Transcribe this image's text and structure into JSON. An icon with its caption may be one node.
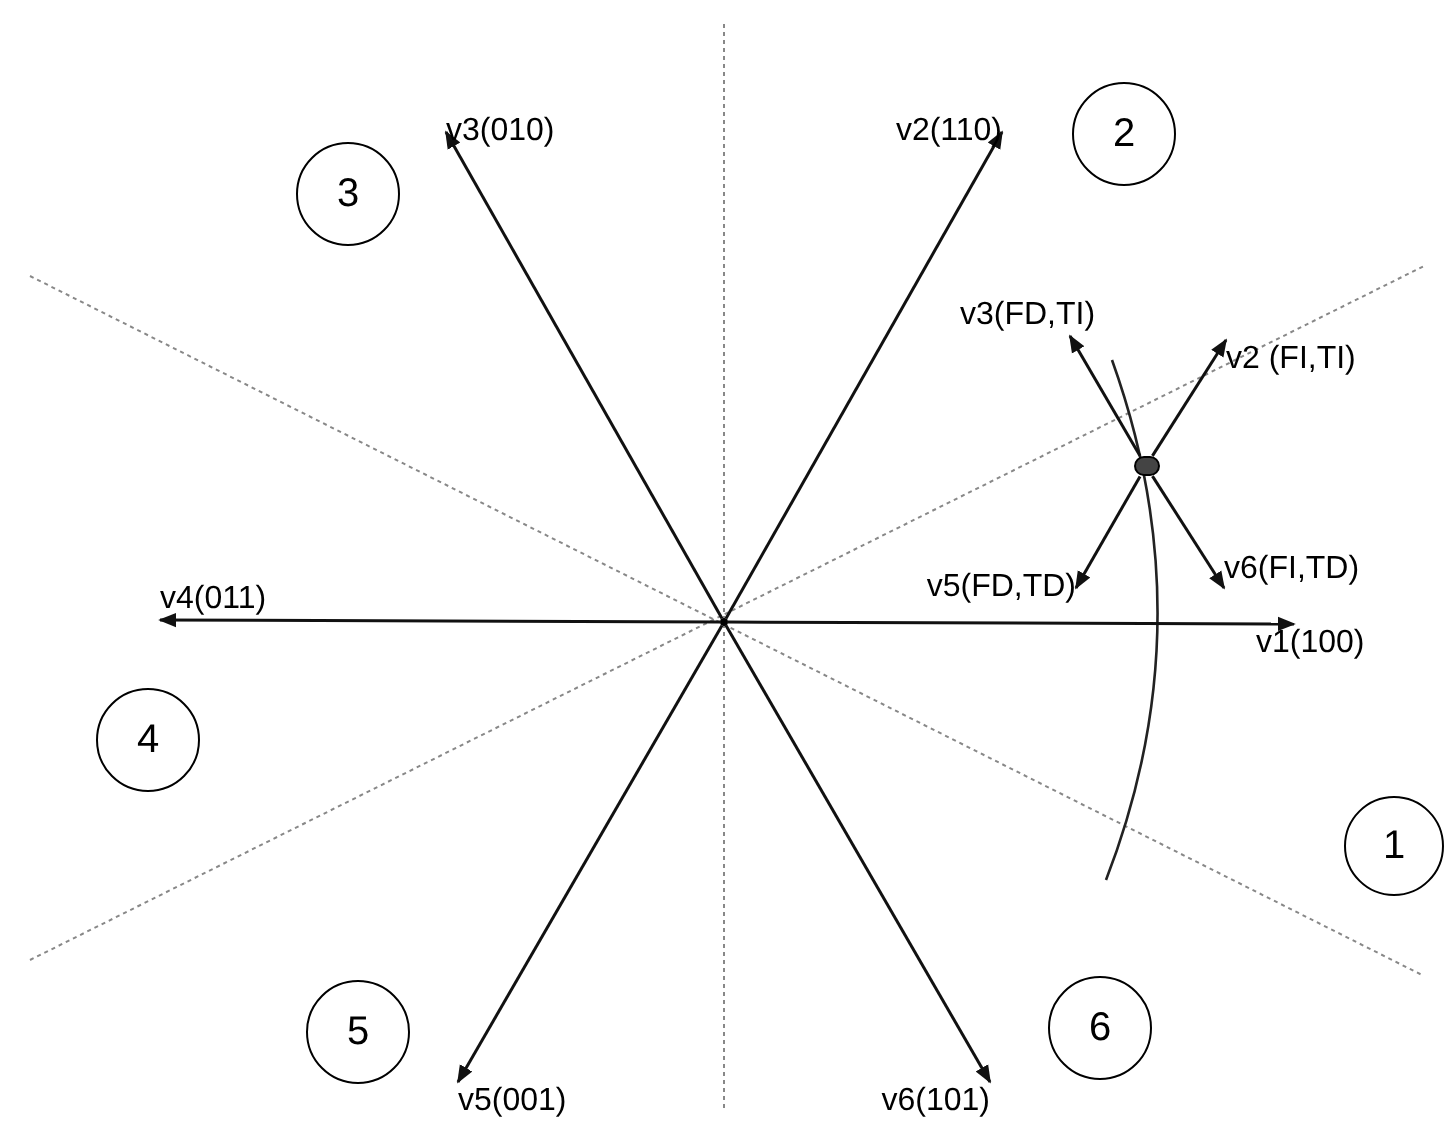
{
  "diagram": {
    "nodes": [
      {
        "text": [],
        "shape": "point"
      },
      {
        "text": [],
        "shape": "circle"
      },
      {
        "text": [
          "2"
        ]
      },
      {
        "text": [
          "3"
        ]
      },
      {
        "text": [
          "4"
        ]
      },
      {
        "text": [
          "1"
        ]
      },
      {
        "text": [
          "5"
        ]
      },
      {
        "text": [
          "6"
        ]
      },
      {
        "text": [
          "v3(010)"
        ]
      },
      {
        "text": [
          "v2(110)"
        ]
      },
      {
        "text": [
          "v3(FD,TI)"
        ]
      },
      {
        "text": [
          "v2 (FI,TI)"
        ]
      },
      {
        "text": [
          "v6(FI,TD)"
        ]
      },
      {
        "text": [
          "v4(011)"
        ]
      },
      {
        "text": [
          "v5(FD,TD)"
        ]
      },
      {
        "text": [
          "v1(100)"
        ]
      },
      {
        "text": [
          "v5(001)"
        ]
      },
      {
        "text": [
          "v6(101)"
        ]
      }
    ],
    "edges": [
      {
        "from": 0,
        "to": 15,
        "arrow": "to"
      },
      {
        "from": 0,
        "to": 9,
        "arrow": "to"
      },
      {
        "from": 0,
        "to": 8,
        "arrow": "to"
      },
      {
        "from": 0,
        "to": 13,
        "arrow": "to"
      },
      {
        "from": 0,
        "to": 16,
        "arrow": "to"
      },
      {
        "from": 0,
        "to": 17,
        "arrow": "to"
      },
      {
        "from": 1,
        "to": 10,
        "arrow": "to"
      },
      {
        "from": 1,
        "to": 11,
        "arrow": "to"
      },
      {
        "from": 1,
        "to": 12,
        "arrow": "to"
      },
      {
        "from": 1,
        "to": 14,
        "arrow": "to"
      }
    ]
  }
}
